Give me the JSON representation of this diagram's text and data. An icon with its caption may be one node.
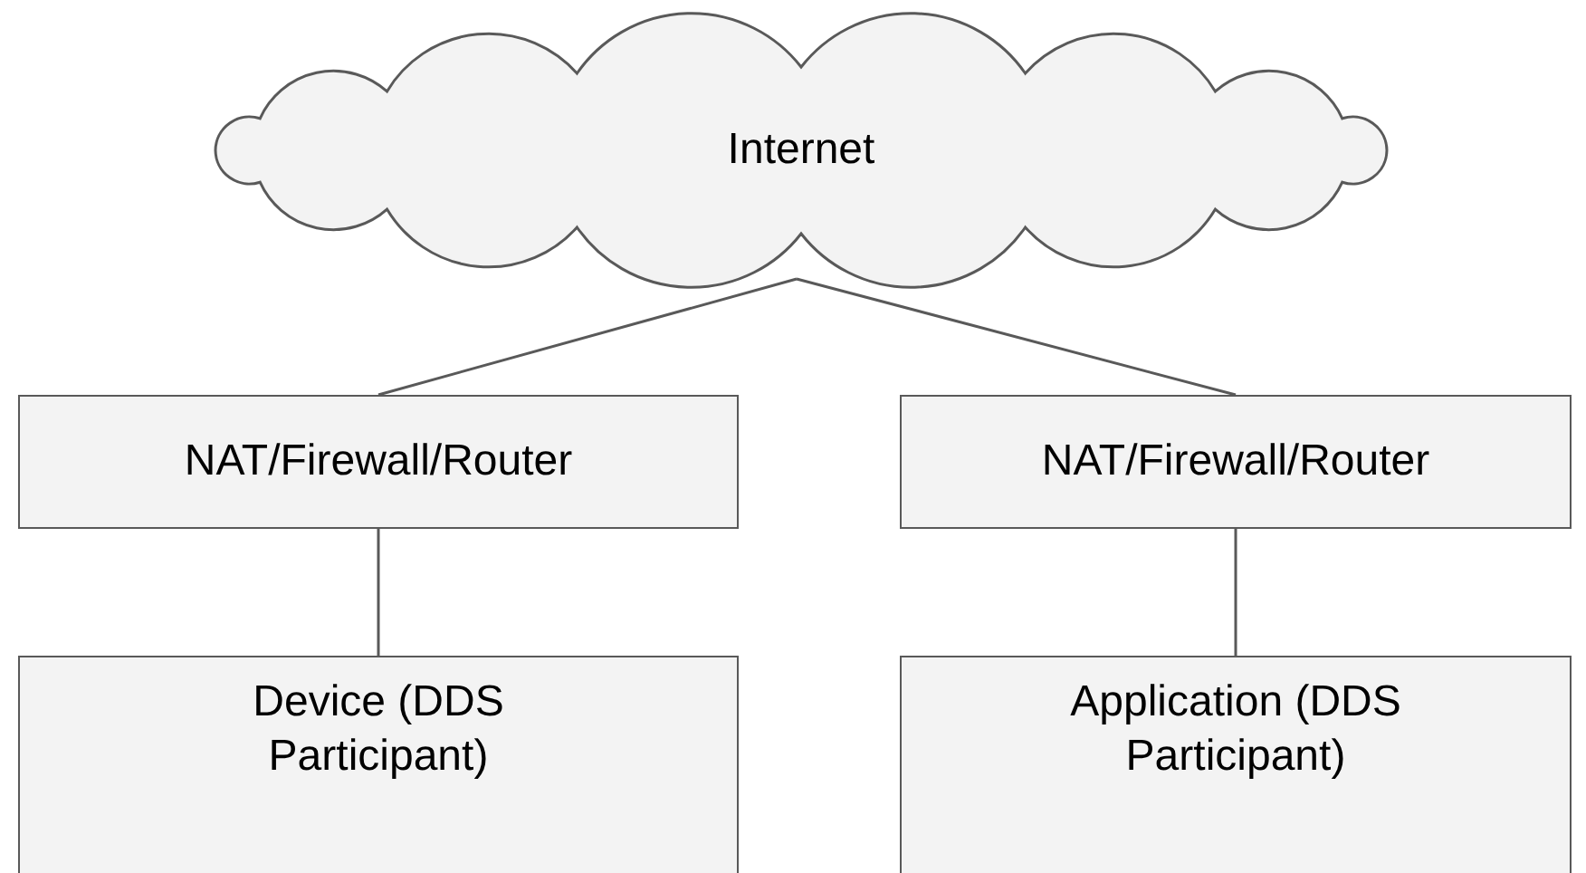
{
  "diagram": {
    "nodes": [
      {
        "text": [
          "Internet"
        ]
      },
      {
        "text": [
          "NAT/Firewall/Router"
        ]
      },
      {
        "text": [
          "NAT/Firewall/Router"
        ]
      },
      {
        "text": [
          "Device (DDS Participant)"
        ]
      },
      {
        "text": [
          "Application (DDS Participant)"
        ]
      }
    ],
    "edges": [
      {
        "from": 0,
        "to": 1,
        "arrow": "none"
      },
      {
        "from": 0,
        "to": 2,
        "arrow": "none"
      },
      {
        "from": 1,
        "to": 3,
        "arrow": "none"
      },
      {
        "from": 2,
        "to": 4,
        "arrow": "none"
      }
    ]
  }
}
